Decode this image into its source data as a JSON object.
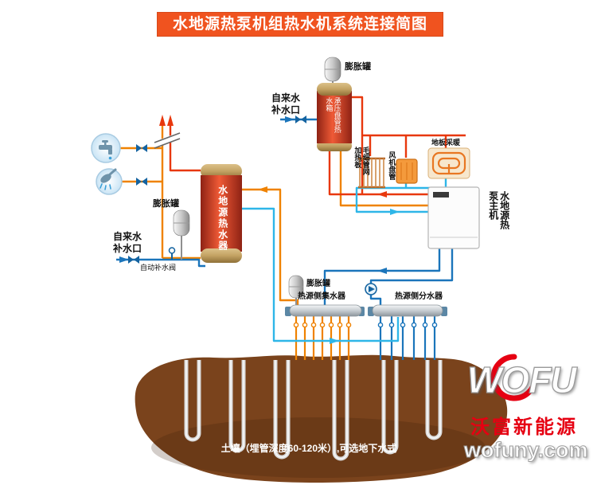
{
  "title": "水地源热泵机组热水机系统连接简图",
  "equipment": {
    "expansion_tank_top": "膨胀罐",
    "expansion_tank_left": "膨胀罐",
    "expansion_tank_mid": "膨胀罐",
    "pressure_coil_tank": "承压盘管热水箱",
    "source_water_heater": "水地源热水器",
    "heat_pump_unit": "水地源热泵主机",
    "capillary_panel": "毛细管网加热板",
    "fan_coil": "风机盘管",
    "floor_heating": "地板采暖",
    "collector": "热源侧集水器",
    "distributor": "热源侧分水器"
  },
  "labels": {
    "tap_water_top": "自来水\n补水口",
    "tap_water_left": "自来水\n补水口",
    "auto_fill_valve": "自动补水阀",
    "ground_note": "土壤（埋管深度60-120米）,可选地下水式"
  },
  "brand": {
    "logo": "WOFU",
    "name": "沃富新能源",
    "website": "wofuny.com"
  },
  "colors": {
    "title_bg": "#f0531f",
    "hot_water": "#ef8200",
    "supply_hot": "#e8380d",
    "chilled": "#2eb6e8",
    "source": "#1b75bb",
    "soil": "#7a431c",
    "brand_red": "#e60012"
  }
}
